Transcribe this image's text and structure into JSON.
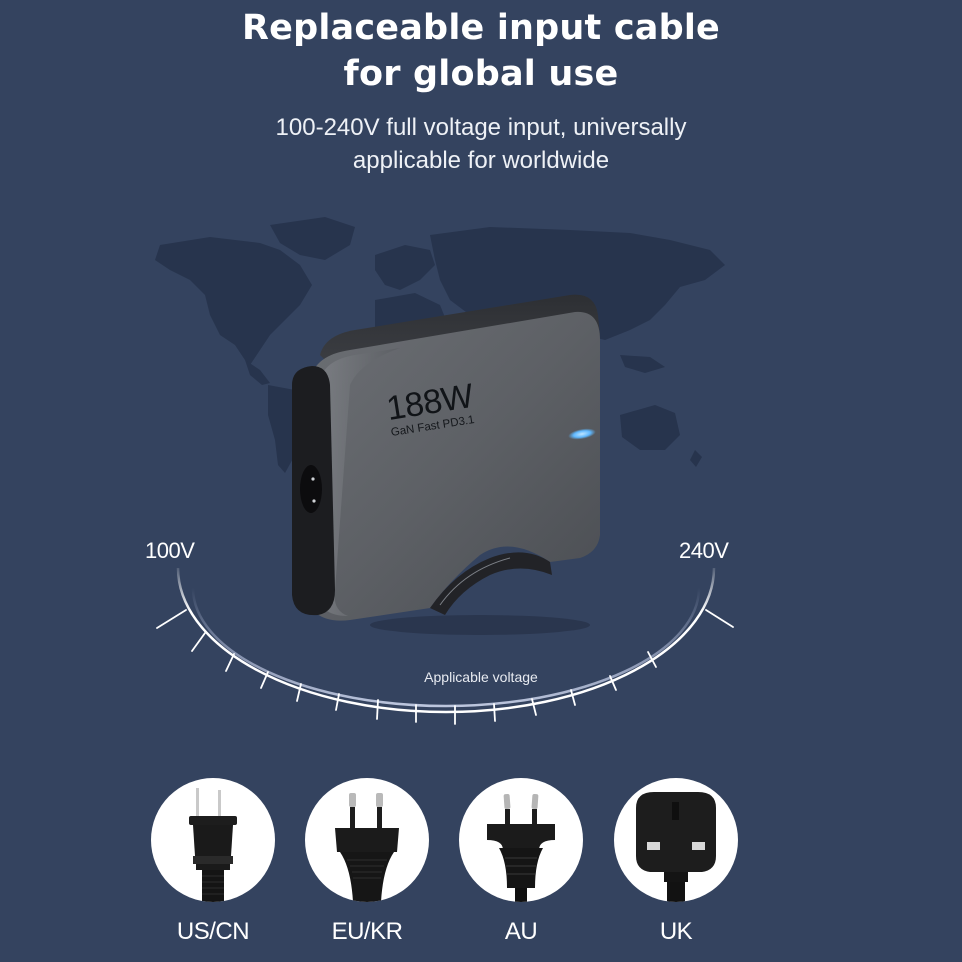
{
  "header": {
    "title_line1": "Replaceable input cable",
    "title_line2": "for global use",
    "subtitle_line1": "100-240V full voltage input, universally",
    "subtitle_line2": "applicable for worldwide"
  },
  "product": {
    "wattage": "188W",
    "tagline": "GaN Fast PD3.1",
    "led_color": "#5fb8ff",
    "body_color": "#5f6266",
    "side_panel_color": "#1c1d20"
  },
  "voltage_gauge": {
    "min_label": "100V",
    "max_label": "240V",
    "caption": "Applicable voltage",
    "tick_count": 13
  },
  "plugs": [
    {
      "label": "US/CN",
      "icon": "us-plug-icon"
    },
    {
      "label": "EU/KR",
      "icon": "eu-plug-icon"
    },
    {
      "label": "AU",
      "icon": "au-plug-icon"
    },
    {
      "label": "UK",
      "icon": "uk-plug-icon"
    }
  ],
  "colors": {
    "background": "#34435f",
    "map": "#27344d",
    "text": "#ffffff",
    "plug_bg": "#ffffff",
    "plug_body": "#1a1a1a"
  }
}
